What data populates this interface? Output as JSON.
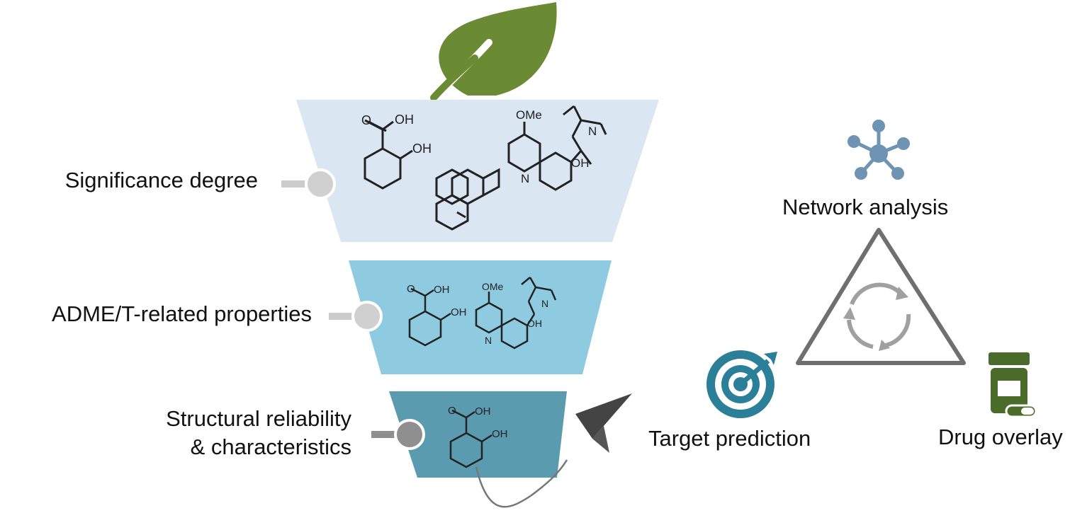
{
  "funnel": {
    "levels": [
      {
        "label": "Significance degree",
        "color": "#dbe6f3"
      },
      {
        "label": "ADME/T-related properties",
        "color": "#8ecbe0"
      },
      {
        "label_line1": "Structural reliability",
        "label_line2": "& characteristics",
        "color": "#5a9bb0"
      }
    ],
    "leaf_color": "#6a8a33",
    "connector_colors": [
      "#cccccc",
      "#cccccc",
      "#8f8f8f"
    ]
  },
  "chem_labels": {
    "oh": "OH",
    "ome": "OMe",
    "n": "N"
  },
  "cycle": {
    "network": "Network analysis",
    "target": "Target prediction",
    "drug": "Drug overlay",
    "triangle_color": "#6f6f6f",
    "network_icon_color": "#6f93b3",
    "target_icon_color": "#2b7f98",
    "drug_icon_color": "#4b6b2a"
  }
}
